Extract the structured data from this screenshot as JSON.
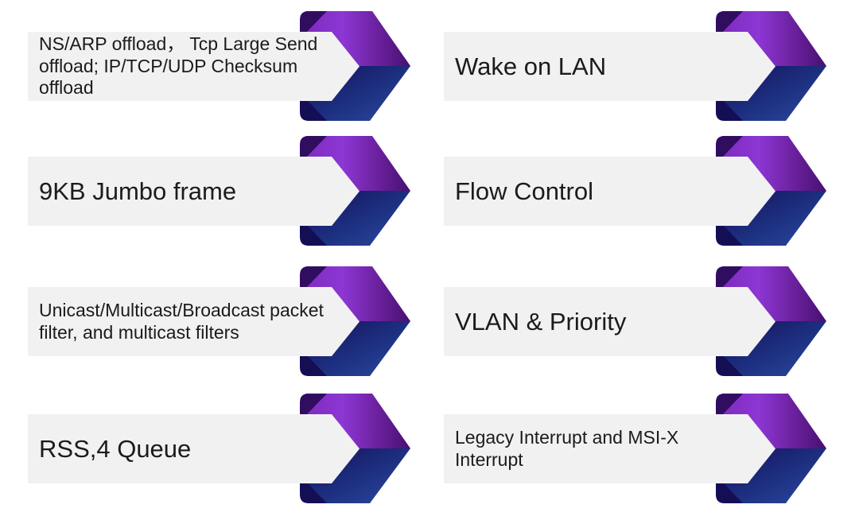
{
  "diagram": {
    "items": [
      {
        "id": "offload",
        "label": "NS/ARP offload， Tcp Large Send offload; IP/TCP/UDP Checksum offload",
        "column": "left",
        "row": 1,
        "text_size": "small"
      },
      {
        "id": "jumbo-frame",
        "label": "9KB Jumbo frame",
        "column": "left",
        "row": 2,
        "text_size": "large"
      },
      {
        "id": "packet-filter",
        "label": "Unicast/Multicast/Broadcast packet filter, and multicast filters",
        "column": "left",
        "row": 3,
        "text_size": "small"
      },
      {
        "id": "rss-queue",
        "label": "RSS,4 Queue",
        "column": "left",
        "row": 4,
        "text_size": "large"
      },
      {
        "id": "wake-on-lan",
        "label": "Wake on LAN",
        "column": "right",
        "row": 1,
        "text_size": "large"
      },
      {
        "id": "flow-control",
        "label": "Flow Control",
        "column": "right",
        "row": 2,
        "text_size": "large"
      },
      {
        "id": "vlan-priority",
        "label": "VLAN & Priority",
        "column": "right",
        "row": 3,
        "text_size": "large"
      },
      {
        "id": "interrupts",
        "label": "Legacy Interrupt and MSI-X Interrupt",
        "column": "right",
        "row": 4,
        "text_size": "small"
      }
    ],
    "icon": "chevron-ribbon-arrow",
    "colors": {
      "background": "#ffffff",
      "bar_background": "#f1f1f2",
      "text": "#1b1b1b",
      "arrow_purple_bright": "#8d36d4",
      "arrow_purple_mid": "#7e2cc0",
      "arrow_purple_dark_tip": "#471070",
      "arrow_fold_purple": "#310d5f",
      "arrow_navy_dark": "#171059",
      "arrow_navy_mid": "#1c2e7e",
      "arrow_navy_bright": "#2c4ba2",
      "arrow_fold_navy": "#140e55"
    }
  }
}
